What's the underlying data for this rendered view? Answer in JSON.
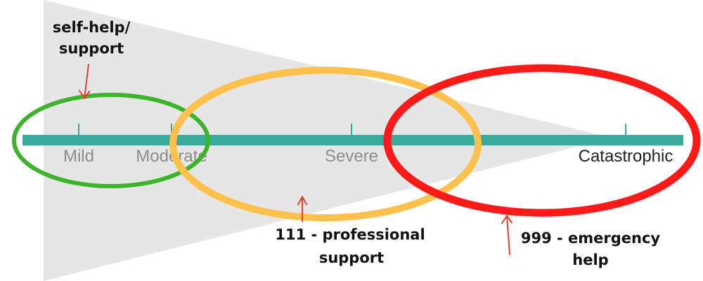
{
  "scale": {
    "levels": [
      {
        "label": "Mild",
        "color": "#8c8c8c"
      },
      {
        "label": "Moderate",
        "color": "#8c8c8c"
      },
      {
        "label": "Severe",
        "color": "#8c8c8c"
      },
      {
        "label": "Catastrophic",
        "color": "#222222"
      }
    ]
  },
  "callouts": {
    "self_help": {
      "line1": "self-help/",
      "line2": "support",
      "color": "#3db22b"
    },
    "professional": {
      "line1": "111 - professional",
      "line2": "support",
      "color": "#ffc14d"
    },
    "emergency": {
      "line1": "999 - emergency",
      "line2": "help",
      "color": "#ff1a1a"
    }
  },
  "colors": {
    "wedge": "#e6e6e6",
    "scale_bar": "#3aa89a",
    "arrow": "#d84535"
  }
}
